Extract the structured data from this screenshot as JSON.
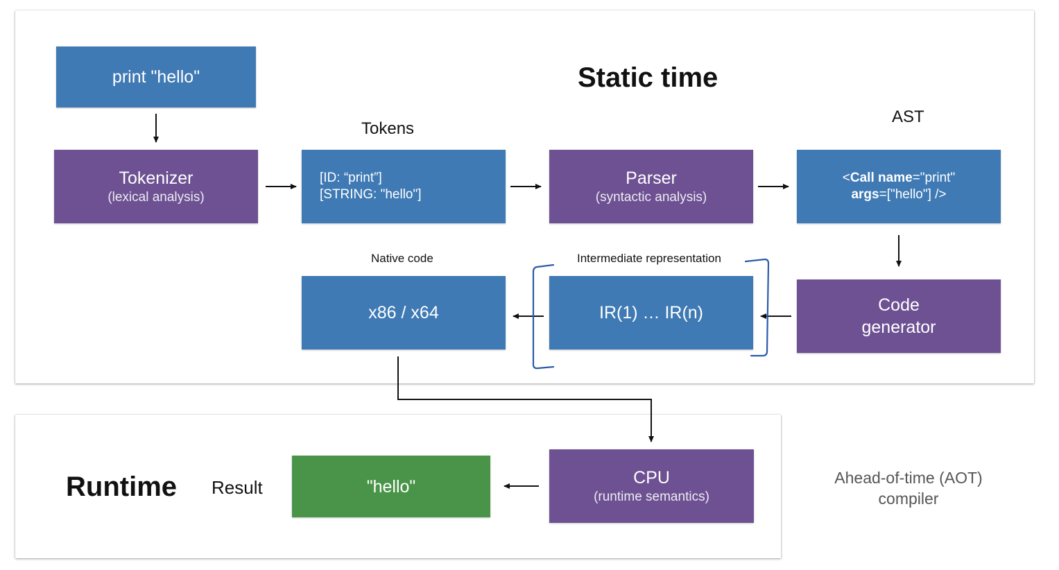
{
  "static_section": {
    "title": "Static time",
    "source_code": "print \"hello\"",
    "tokenizer": {
      "title": "Tokenizer",
      "subtitle": "(lexical analysis)"
    },
    "tokens": {
      "caption": "Tokens",
      "line1": "[ID: “print”]",
      "line2": "[STRING: \"hello\"]"
    },
    "parser": {
      "title": "Parser",
      "subtitle": "(syntactic analysis)"
    },
    "ast": {
      "caption": "AST",
      "line1_pre": "<",
      "line1_bold": "Call name",
      "line1_post": "=\"print\"",
      "line2_bold": "args",
      "line2_post": "=[\"hello\"] />"
    },
    "code_generator": {
      "line1": "Code",
      "line2": "generator"
    },
    "ir": {
      "caption": "Intermediate representation",
      "text": "IR(1) … IR(n)"
    },
    "native": {
      "caption": "Native code",
      "text": "x86 / x64"
    }
  },
  "runtime_section": {
    "title": "Runtime",
    "result_label": "Result",
    "result_value": "\"hello\"",
    "cpu": {
      "title": "CPU",
      "subtitle": "(runtime semantics)"
    }
  },
  "side_caption": {
    "line1": "Ahead-of-time (AOT)",
    "line2": "compiler"
  },
  "colors": {
    "data_box": "#3f7ab5",
    "process_box": "#6e5192",
    "result_box": "#4a944a",
    "bracket": "#2a5aa8"
  }
}
